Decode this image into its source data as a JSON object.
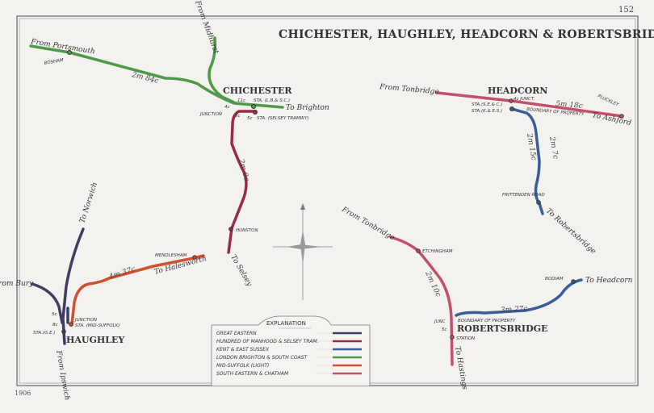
{
  "page_number": "152",
  "title": "CHICHESTER, HAUGHLEY, HEADCORN & ROBERTSBRIDGE",
  "year": "1906",
  "colors": {
    "great_eastern": "#3f3d68",
    "selsey_tram": "#9a2a4a",
    "kent_east_sussex": "#3a5e98",
    "lbsc": "#4e9a4a",
    "mid_suffolk": "#d0512e",
    "sec": "#c2506a"
  },
  "chichester": {
    "name": "CHICHESTER",
    "from_portsmouth": "From Portsmouth",
    "bosham": "BOSHAM",
    "from_midhurst": "From Midhurst",
    "to_brighton": "To Brighton",
    "mileage": "2m 84c",
    "dist_11": "11c",
    "sta_lbsc": "STA. (L.B.& S.C.)",
    "dist_4": "4c",
    "junction": "JUNCTION",
    "dist_6": "6c",
    "dist_5": "5c",
    "sta_selsey": "STA. (SELSEY TRAMWY)",
    "selsey_mileage": "2m 0c",
    "hunston": "HUNSTON",
    "to_selsey": "To Selsey"
  },
  "headcorn": {
    "name": "HEADCORN",
    "from_tonbridge": "From Tonbridge",
    "junct": "4c JUNCT.",
    "sta_sec": "STA.(S.E.& C.)",
    "sta_kes": "STA.(K.& E.S.)",
    "boundary": "BOUNDARY OF PROPERTY",
    "mileage": "5m 18c",
    "pluckley": "PLUCKLEY",
    "to_ashford": "To Ashford",
    "kes_mileage": "2m 7c",
    "kes_mileage2": "2m 15c",
    "frittenden": "FRITTENDEN ROAD",
    "to_robertsbridge": "To Robertsbridge"
  },
  "haughley": {
    "name": "HAUGHLEY",
    "to_norwich": "To Norwich",
    "from_bury": "From Bury",
    "from_ipswich": "From Ipswich",
    "mendlesham": "MENDLESHAM",
    "to_halesworth": "To Halesworth",
    "mileage": "4m 37c",
    "junction": "JUNCTION",
    "sta_ms": "STA. (MID-SUFFOLK)",
    "sta_ge": "STA.(G.E.)",
    "dist_5": "5c",
    "dist_8": "8c"
  },
  "robertsbridge": {
    "name": "ROBERTSBRIDGE",
    "from_tonbridge": "From Tonbridge",
    "etchingham": "ETCHINGHAM",
    "mileage": "2m 10c",
    "junc": "JUNC",
    "dist_5": "5c",
    "boundary": "BOUNDARY OF PROPERTY",
    "station": "STATION",
    "to_hastings": "To Hastings",
    "kes_mileage": "3m 27c",
    "bodiam": "BODIAM",
    "to_headcorn": "To Headcorn"
  },
  "legend": {
    "title": "EXPLANATION",
    "items": [
      {
        "label": "GREAT EASTERN",
        "color": "#3f3d68"
      },
      {
        "label": "HUNDRED OF MANHOOD & SELSEY TRAM.",
        "color": "#9a2a4a"
      },
      {
        "label": "KENT & EAST SUSSEX",
        "color": "#3a5e98"
      },
      {
        "label": "LONDON BRIGHTON & SOUTH COAST",
        "color": "#4e9a4a"
      },
      {
        "label": "MID-SUFFOLK (LIGHT)",
        "color": "#d0512e"
      },
      {
        "label": "SOUTH EASTERN & CHATHAM",
        "color": "#c2506a"
      }
    ]
  }
}
